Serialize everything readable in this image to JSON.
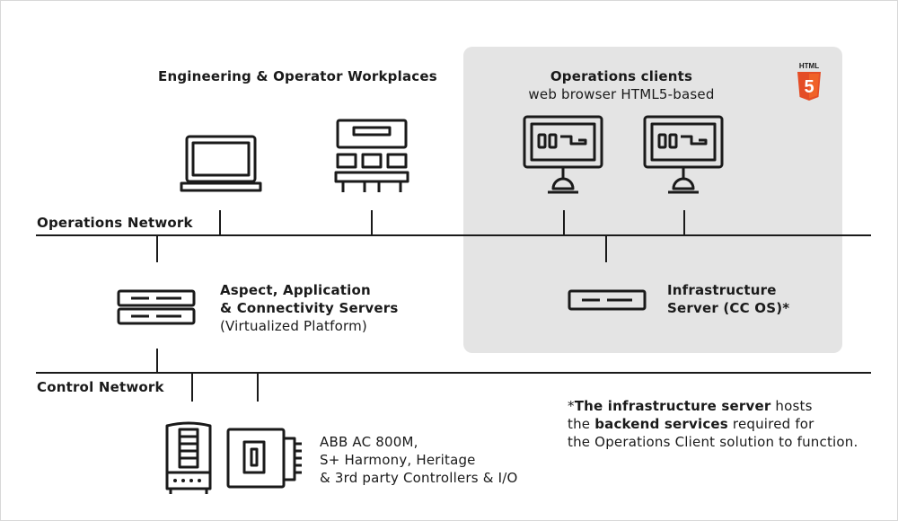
{
  "workplaces": {
    "title": "Engineering & Operator Workplaces"
  },
  "ops_clients": {
    "title": "Operations clients",
    "subtitle": "web browser HTML5-based",
    "badge_top": "HTML",
    "badge_num": "5",
    "badge_color": "#e44d26"
  },
  "operations_network": {
    "label": "Operations Network"
  },
  "aspect_servers": {
    "line1": "Aspect, Application",
    "line2": "& Connectivity Servers",
    "line3": "(Virtualized Platform)"
  },
  "infra_server": {
    "line1": "Infrastructure",
    "line2": "Server (CC OS)*"
  },
  "control_network": {
    "label": "Control Network"
  },
  "controllers": {
    "line1": "ABB AC 800M,",
    "line2": "S+ Harmony, Heritage",
    "line3": "& 3rd party Controllers & I/O"
  },
  "footnote": {
    "l1_pre": "*",
    "l1_bold": "The infrastructure server",
    "l1_post": " hosts",
    "l2_pre": "the ",
    "l2_bold": "backend services",
    "l2_post": " required for",
    "l3": "the Operations Client solution to function."
  },
  "icons": [
    "laptop-icon",
    "operator-console-icon",
    "browser-monitor-icon",
    "server-rack-icon",
    "server-icon",
    "controller-cabinet-icon",
    "io-module-icon",
    "html5-logo-icon"
  ]
}
